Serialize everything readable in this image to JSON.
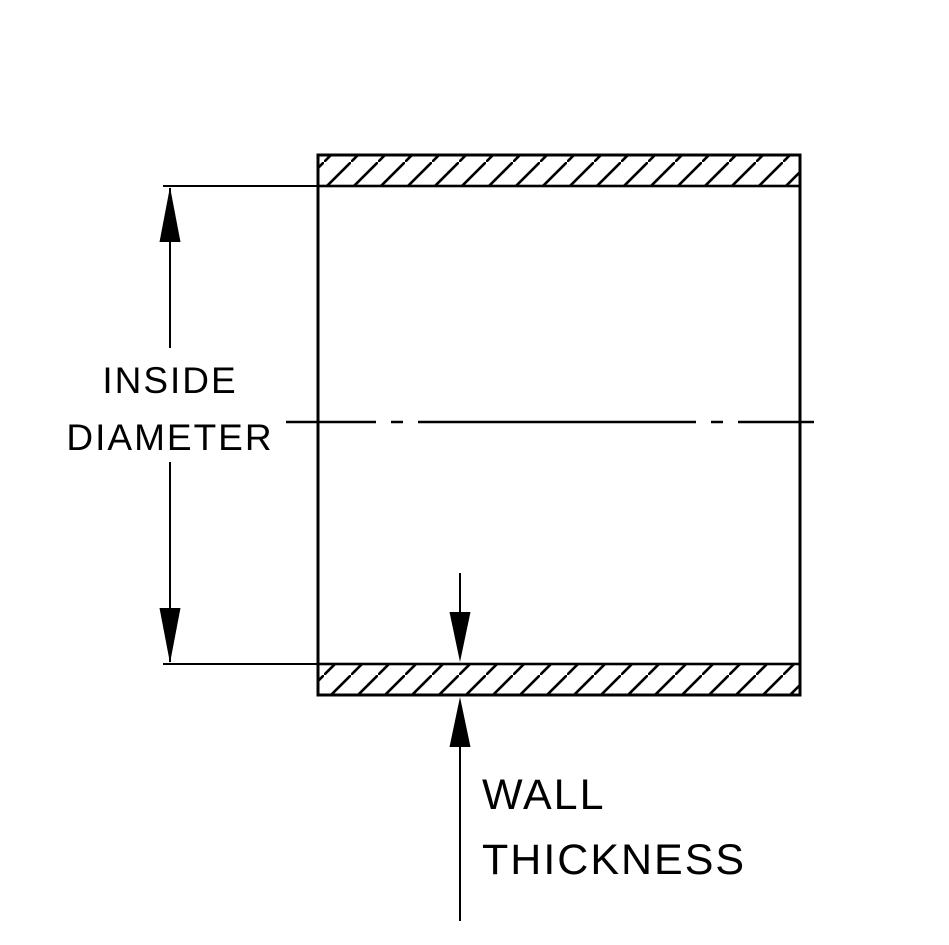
{
  "diagram": {
    "colors": {
      "line": "#000000",
      "background": "#ffffff"
    },
    "labels": {
      "inside_diameter": {
        "line1": "INSIDE",
        "line2": "DIAMETER"
      },
      "wall_thickness": {
        "line1": "WALL",
        "line2": "THICKNESS"
      }
    }
  }
}
